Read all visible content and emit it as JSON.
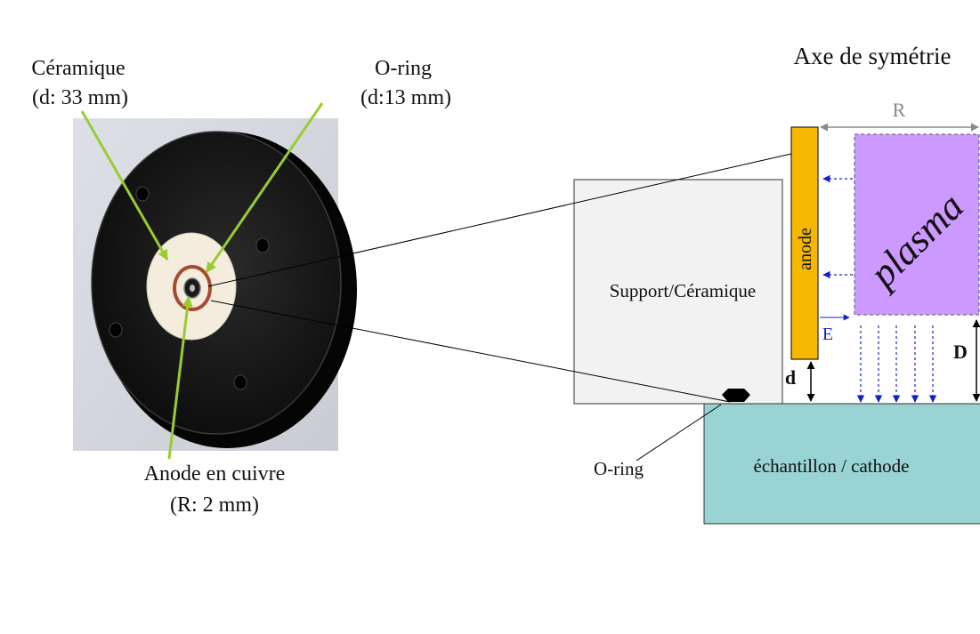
{
  "photo_labels": {
    "ceramique": "Céramique",
    "ceramique_dim": "(d: 33 mm)",
    "oring": "O-ring",
    "oring_dim": "(d:13 mm)",
    "anode": "Anode en cuivre",
    "anode_dim": "(R: 2 mm)"
  },
  "schematic": {
    "axis_title": "Axe de symétrie",
    "radius_label": "R",
    "support_label": "Support/Céramique",
    "anode_label": "anode",
    "plasma_label": "plasma",
    "field_label": "E",
    "gap_small_label": "d",
    "gap_large_label": "D",
    "sample_label": "échantillon / cathode",
    "oring_label": "O-ring"
  },
  "colors": {
    "anode_fill": "#F5B800",
    "plasma_fill": "#CC99FF",
    "sample_fill": "#99D3D3",
    "support_fill": "#F2F2F2",
    "pointer_green": "#99CC33",
    "field_arrow_blue": "#1122CC",
    "photo_background": "#D3D6DD",
    "disk_black": "#141414",
    "ceramic_white": "#F4ECDD",
    "oring_red": "#A64A32"
  }
}
